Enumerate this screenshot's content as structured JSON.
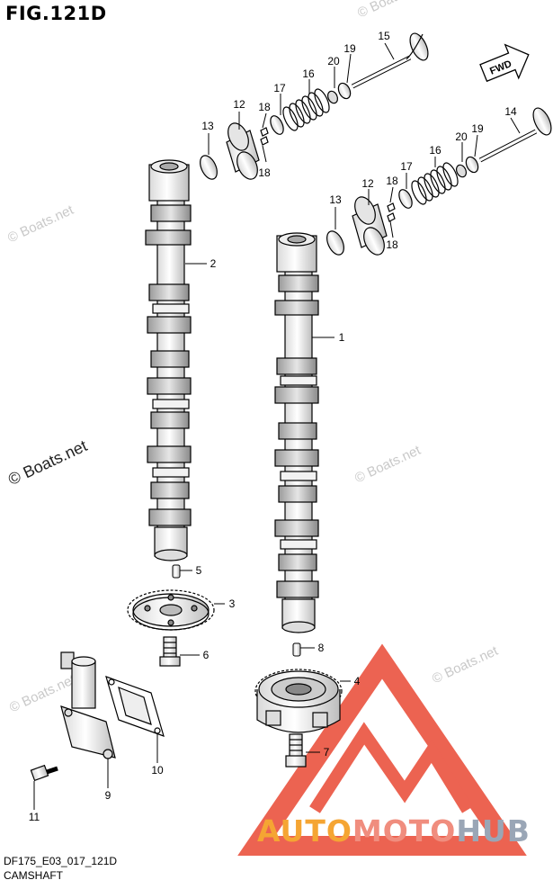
{
  "figure": {
    "title": "FIG.121D",
    "code": "DF175_E03_017_121D",
    "name": "CAMSHAFT",
    "fwd_label": "FWD"
  },
  "watermarks": {
    "text": "© Boats.net",
    "dark_text": "© Boats.net"
  },
  "brand": {
    "part1": "AUTO",
    "part2": "MOTO",
    "part3": "HUB"
  },
  "callouts": {
    "c15": "15",
    "c19a": "19",
    "c20a": "20",
    "c16a": "16",
    "c17a": "17",
    "c12a": "12",
    "c18a": "18",
    "c18b": "18",
    "c13a": "13",
    "c14": "14",
    "c19b": "19",
    "c20b": "20",
    "c16b": "16",
    "c17b": "17",
    "c12b": "12",
    "c18c": "18",
    "c18d": "18",
    "c13b": "13",
    "c2": "2",
    "c1": "1",
    "c5": "5",
    "c3": "3",
    "c6": "6",
    "c8": "8",
    "c4": "4",
    "c7": "7",
    "c10": "10",
    "c9": "9",
    "c11": "11"
  },
  "colors": {
    "line": "#000000",
    "logo_red": "#e8412c",
    "logo_orange": "#f5a533",
    "logo_grey": "#9aa6b6",
    "watermark": "#c9c9c9"
  }
}
